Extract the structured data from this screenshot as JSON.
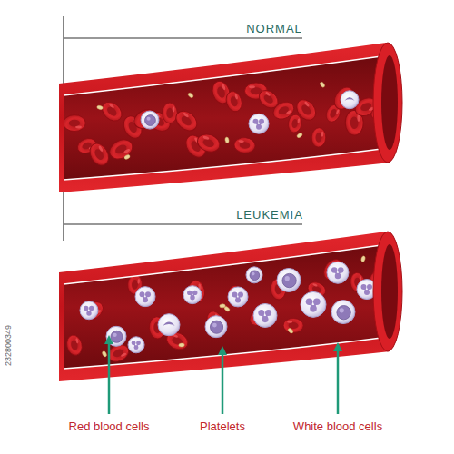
{
  "diagram": {
    "labels": [
      "NORMAL",
      "LEUKEMIA",
      "Red blood cells",
      "Platelets",
      "White blood cells",
      "232800349"
    ]
  }
}
